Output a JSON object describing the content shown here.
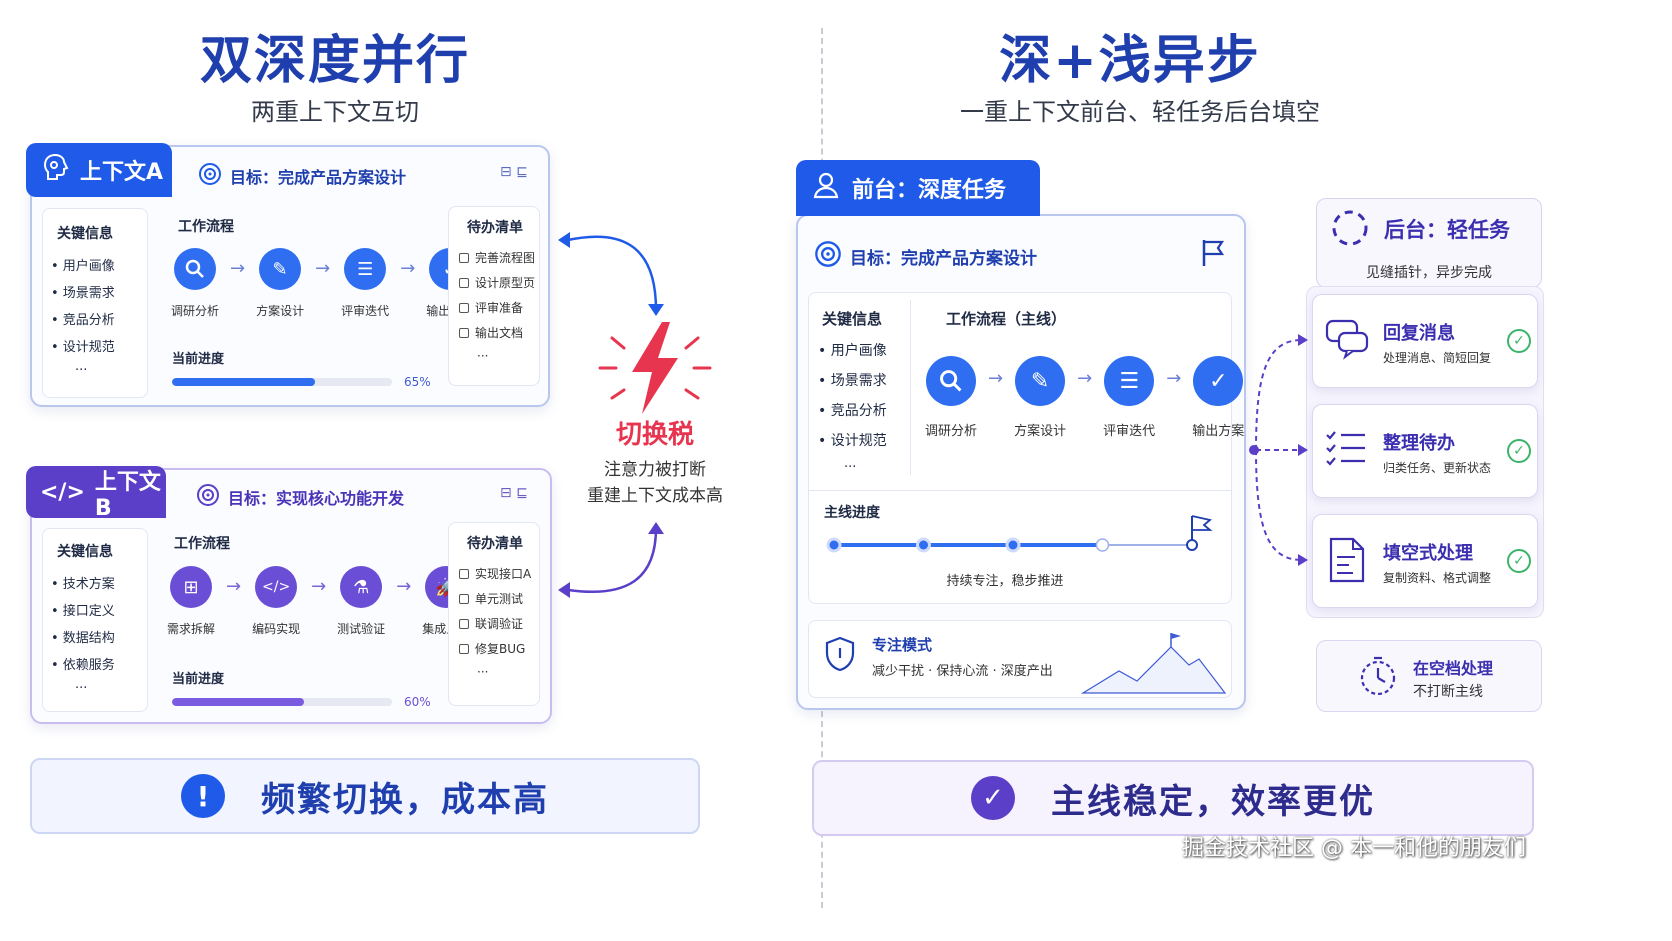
{
  "left": {
    "title": "双深度并行",
    "subtitle": "两重上下文互切",
    "context_a": {
      "tab": "上下文A",
      "goal": "目标：完成产品方案设计",
      "key_info_title": "关键信息",
      "key_info": [
        "• 用户画像",
        "• 场景需求",
        "• 竞品分析",
        "• 设计规范",
        "···"
      ],
      "workflow_title": "工作流程",
      "steps": [
        {
          "label": "调研分析",
          "icon": "search-icon"
        },
        {
          "label": "方案设计",
          "icon": "pencil-icon"
        },
        {
          "label": "评审迭代",
          "icon": "document-icon"
        },
        {
          "label": "输出方案",
          "icon": "check-icon"
        }
      ],
      "progress_title": "当前进度",
      "progress_value": 0.65,
      "progress_text": "65%",
      "todo_title": "待办清单",
      "todos": [
        "完善流程图",
        "设计原型页",
        "评审准备",
        "输出文档"
      ],
      "todo_more": "···"
    },
    "context_b": {
      "tab": "上下文B",
      "goal": "目标：实现核心功能开发",
      "key_info_title": "关键信息",
      "key_info": [
        "• 技术方案",
        "• 接口定义",
        "• 数据结构",
        "• 依赖服务",
        "···"
      ],
      "workflow_title": "工作流程",
      "steps": [
        {
          "label": "需求拆解",
          "icon": "structure-icon"
        },
        {
          "label": "编码实现",
          "icon": "code-icon"
        },
        {
          "label": "测试验证",
          "icon": "flask-icon"
        },
        {
          "label": "集成上线",
          "icon": "rocket-icon"
        }
      ],
      "progress_title": "当前进度",
      "progress_value": 0.6,
      "progress_text": "60%",
      "todo_title": "待办清单",
      "todos": [
        "实现接口A",
        "单元测试",
        "联调验证",
        "修复BUG"
      ],
      "todo_more": "···"
    },
    "switch_tax": {
      "title": "切换税",
      "line1": "注意力被打断",
      "line2": "重建上下文成本高"
    },
    "banner": "频繁切换，成本高"
  },
  "right": {
    "title": "深+浅异步",
    "subtitle": "一重上下文前台、轻任务后台填空",
    "foreground": {
      "tab": "前台：深度任务",
      "goal": "目标：完成产品方案设计",
      "key_info_title": "关键信息",
      "key_info": [
        "• 用户画像",
        "• 场景需求",
        "• 竞品分析",
        "• 设计规范",
        "···"
      ],
      "workflow_title": "工作流程（主线）",
      "steps": [
        {
          "label": "调研分析",
          "icon": "search-icon"
        },
        {
          "label": "方案设计",
          "icon": "pencil-icon"
        },
        {
          "label": "评审迭代",
          "icon": "document-icon"
        },
        {
          "label": "输出方案",
          "icon": "check-icon"
        }
      ],
      "mainline_title": "主线进度",
      "mainline_caption": "持续专注，稳步推进",
      "mainline_completed_nodes": 3,
      "mainline_total_nodes": 5,
      "focus_title": "专注模式",
      "focus_desc": "减少干扰 · 保持心流 · 深度产出"
    },
    "background": {
      "title": "后台：轻任务",
      "subtitle": "见缝插针，异步完成",
      "tasks": [
        {
          "title": "回复消息",
          "desc": "处理消息、简短回复",
          "icon": "chat-icon"
        },
        {
          "title": "整理待办",
          "desc": "归类任务、更新状态",
          "icon": "checklist-icon"
        },
        {
          "title": "填空式处理",
          "desc": "复制资料、格式调整",
          "icon": "form-icon"
        }
      ],
      "gap_title": "在空档处理",
      "gap_desc": "不打断主线"
    },
    "banner": "主线稳定，效率更优"
  },
  "watermark": "掘金技术社区 @ 本一和他的朋友们",
  "colors": {
    "blue": "#1f5be8",
    "purple": "#5b3fc8",
    "red": "#e8354f",
    "green": "#3bb46a"
  }
}
